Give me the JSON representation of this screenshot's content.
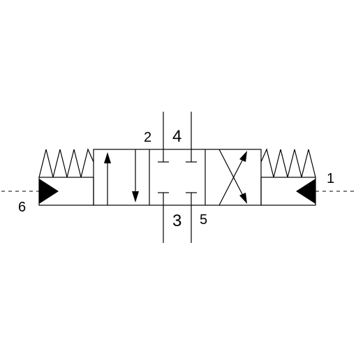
{
  "ports": {
    "p1": "1",
    "p2": "2",
    "p3": "3",
    "p4": "4",
    "p5": "5",
    "p6": "6"
  },
  "colors": {
    "stroke": "#000000",
    "background": "#ffffff"
  }
}
